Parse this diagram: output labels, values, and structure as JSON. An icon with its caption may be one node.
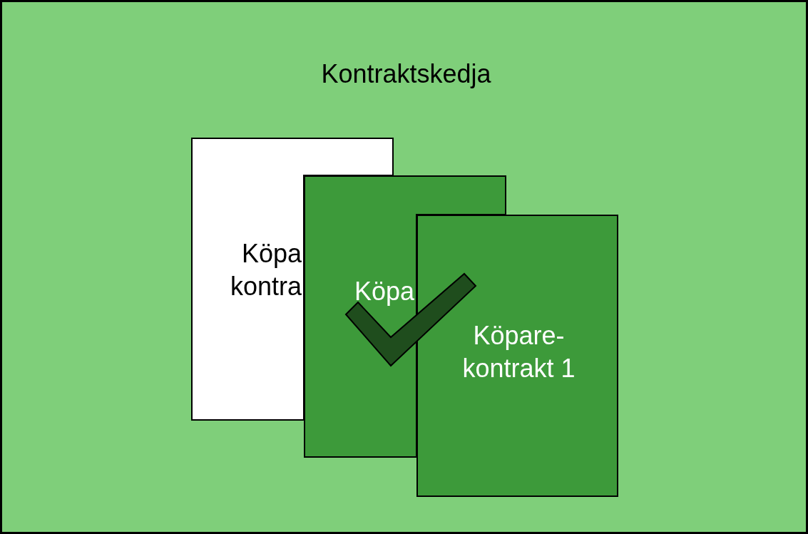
{
  "diagram": {
    "nodes": [
      {
        "text": [
          "Kontraktskedja"
        ]
      },
      {
        "text": [
          "Köpa kontra"
        ],
        "in": 0
      },
      {
        "text": [
          "Köpa"
        ],
        "in": 0
      },
      {
        "text": [
          "Köpare- kontrakt 1"
        ],
        "in": 0
      }
    ]
  }
}
